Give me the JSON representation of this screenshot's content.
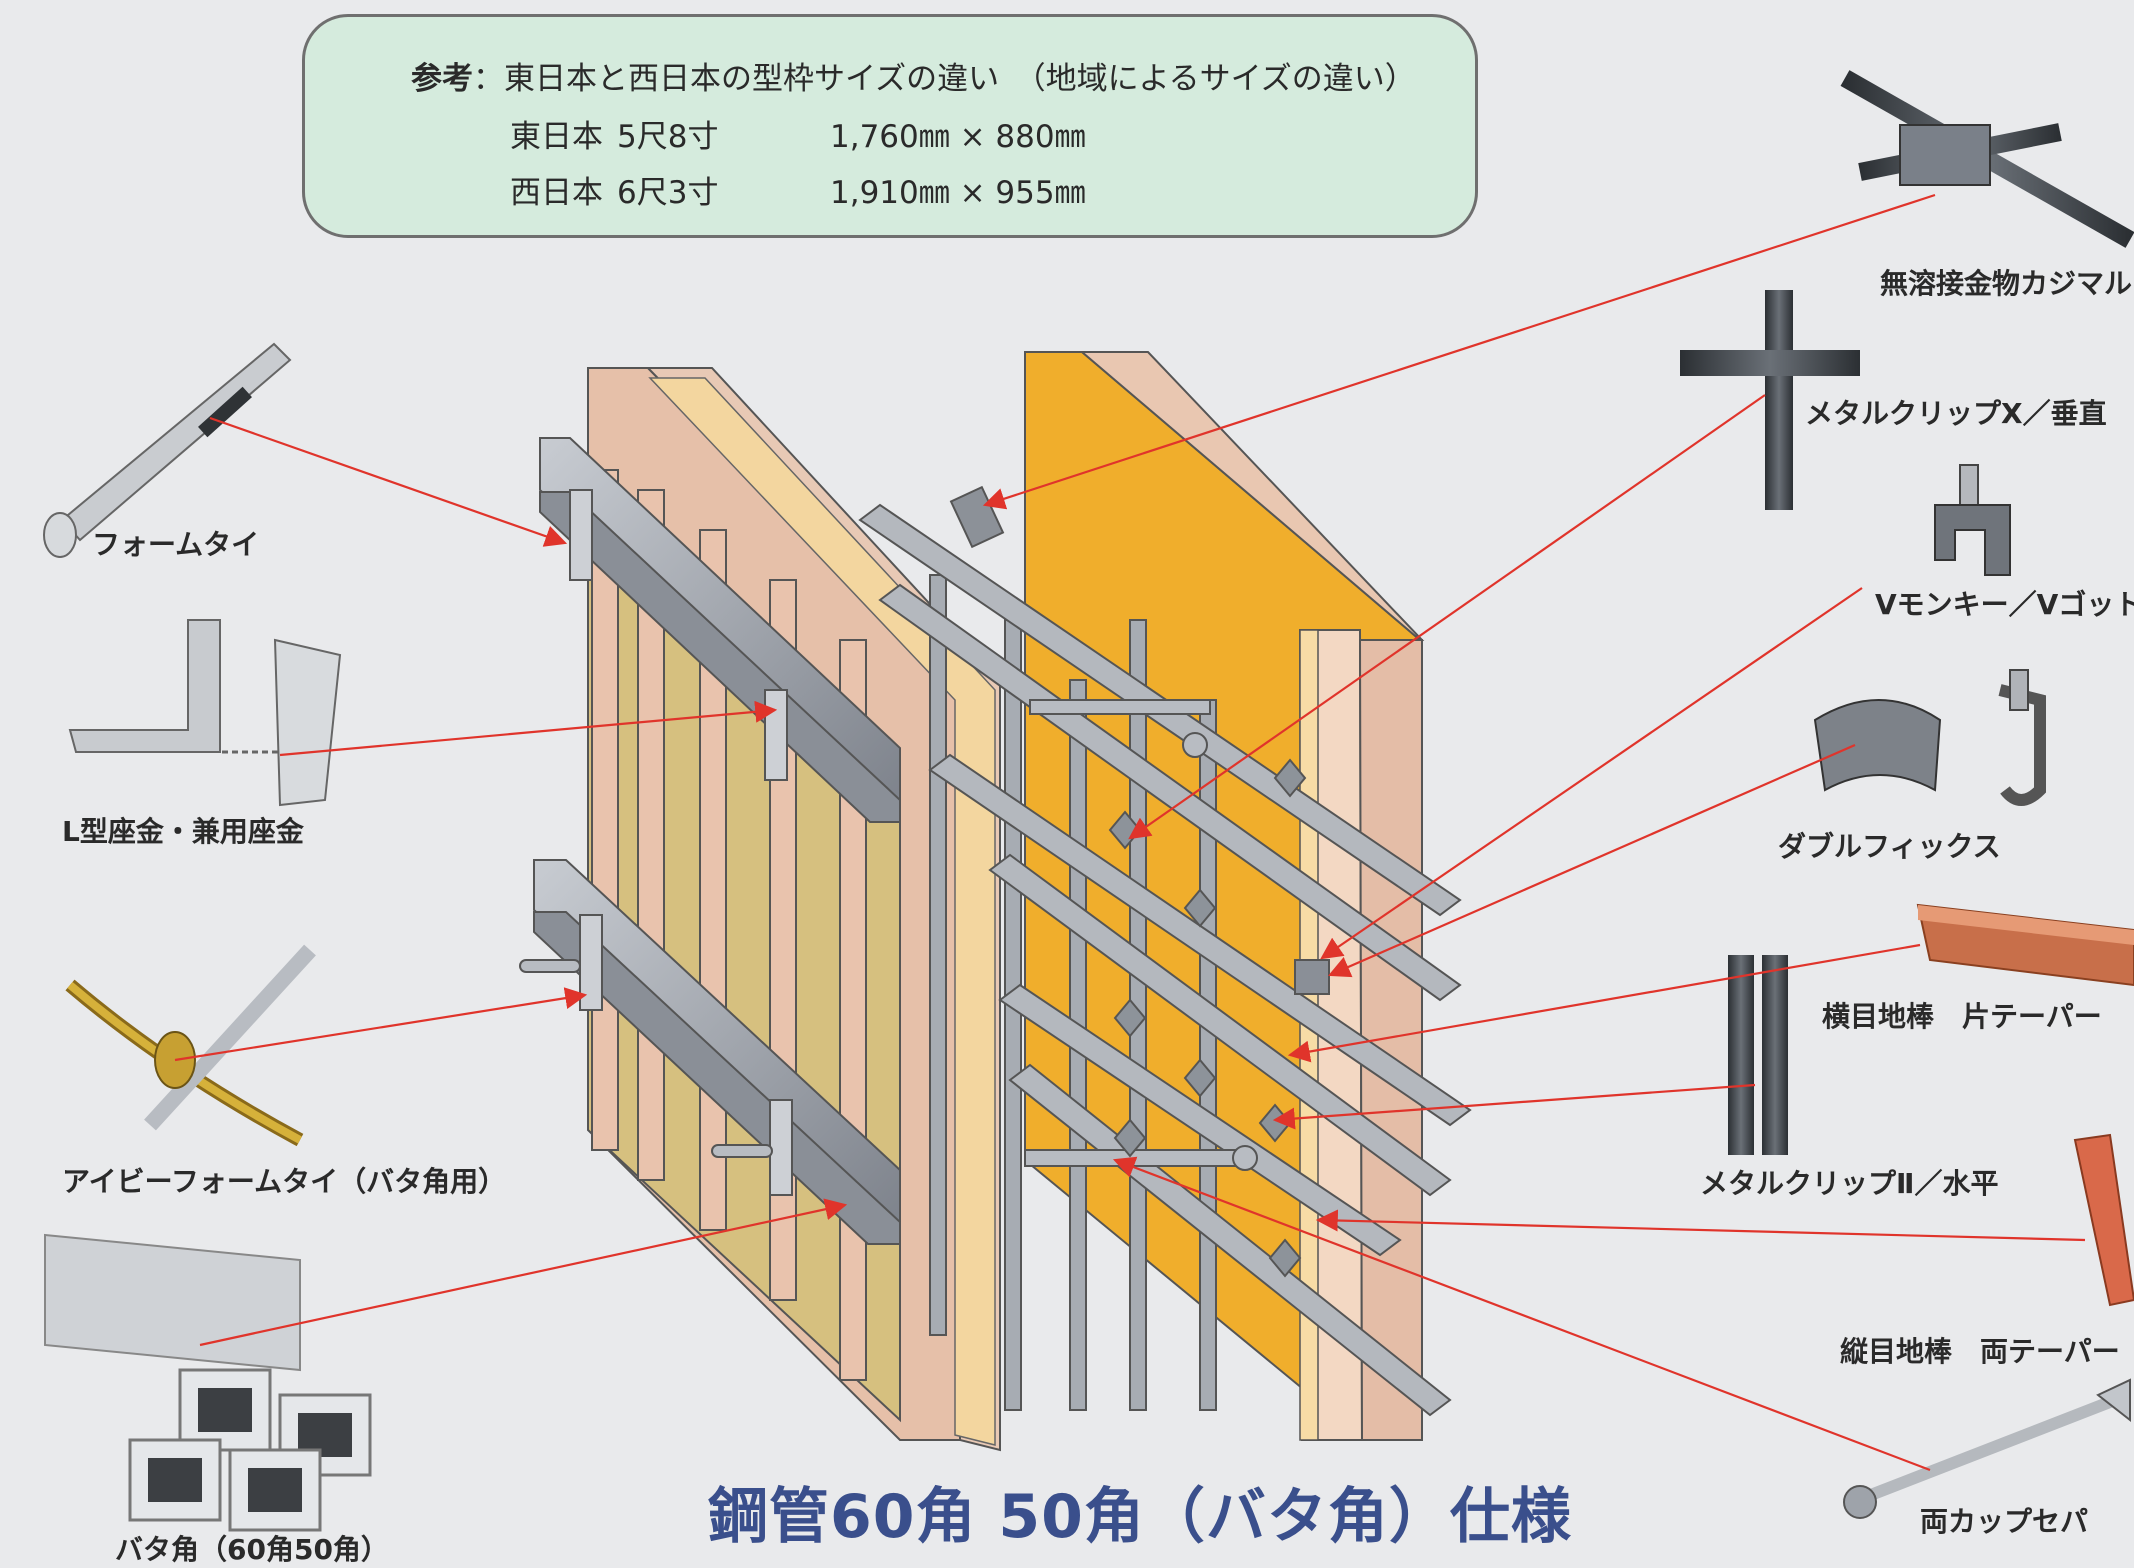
{
  "note": {
    "lead": "参考",
    "title": "：東日本と西日本の型枠サイズの違い　（地域によるサイズの違い）",
    "rows": [
      {
        "region": "東日本",
        "size": "5尺8寸",
        "dims": "1,760㎜ × 880㎜"
      },
      {
        "region": "西日本",
        "size": "6尺3寸",
        "dims": "1,910㎜ × 955㎜"
      }
    ]
  },
  "caption": "鋼管60角 50角（バタ角）仕様",
  "labels": {
    "form_tie": "フォームタイ",
    "l_washer": "L型座金・兼用座金",
    "ib_form_tie": "アイビーフォームタイ（バタ角用）",
    "bata_kaku": "バタ角（60角50角）",
    "kajimaru": "無溶接金物カジマル",
    "clip_x": "メタルクリップX／垂直",
    "v_monkey": "Vモンキー／Vゴット",
    "double_fix": "ダブルフィックス",
    "yokome": "横目地棒　片テーパー",
    "clip_2": "メタルクリップⅡ／水平",
    "tateme": "縦目地棒　両テーパー",
    "cup_separator": "両カップセパ"
  },
  "colors": {
    "arrow": "#e0342b",
    "caption": "#3a4f8c",
    "note_bg": "#d5ebdd",
    "board_orange": "#f0ae2c",
    "board_tan": "#c9b97a",
    "frame_pink": "#e9c7b1",
    "frame_cream": "#f7dca6",
    "steel": "#9a9ea6"
  }
}
